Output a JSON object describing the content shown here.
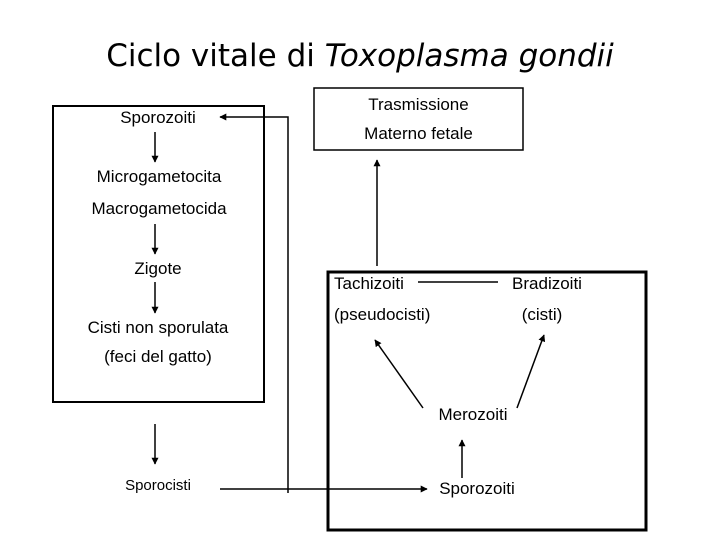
{
  "title": {
    "prefix": "Ciclo vitale di ",
    "species": "Toxoplasma gondii"
  },
  "definitive_host": {
    "sporozoiti": "Sporozoiti",
    "microgametocita": "Microgametocita",
    "macrogametocida": "Macrogametocida",
    "zigote": "Zigote",
    "cisti_line1": "Cisti non sporulata",
    "cisti_line2": "(feci del gatto)"
  },
  "sporocisti": "Sporocisti",
  "transmission": {
    "line1": "Trasmissione",
    "line2": "Materno fetale"
  },
  "intermediate_host": {
    "tachizoiti": "Tachizoiti",
    "pseudocisti": "(pseudocisti)",
    "bradizoiti": "Bradizoiti",
    "cisti": "(cisti)",
    "merozoiti": "Merozoiti",
    "sporozoiti": "Sporozoiti"
  }
}
